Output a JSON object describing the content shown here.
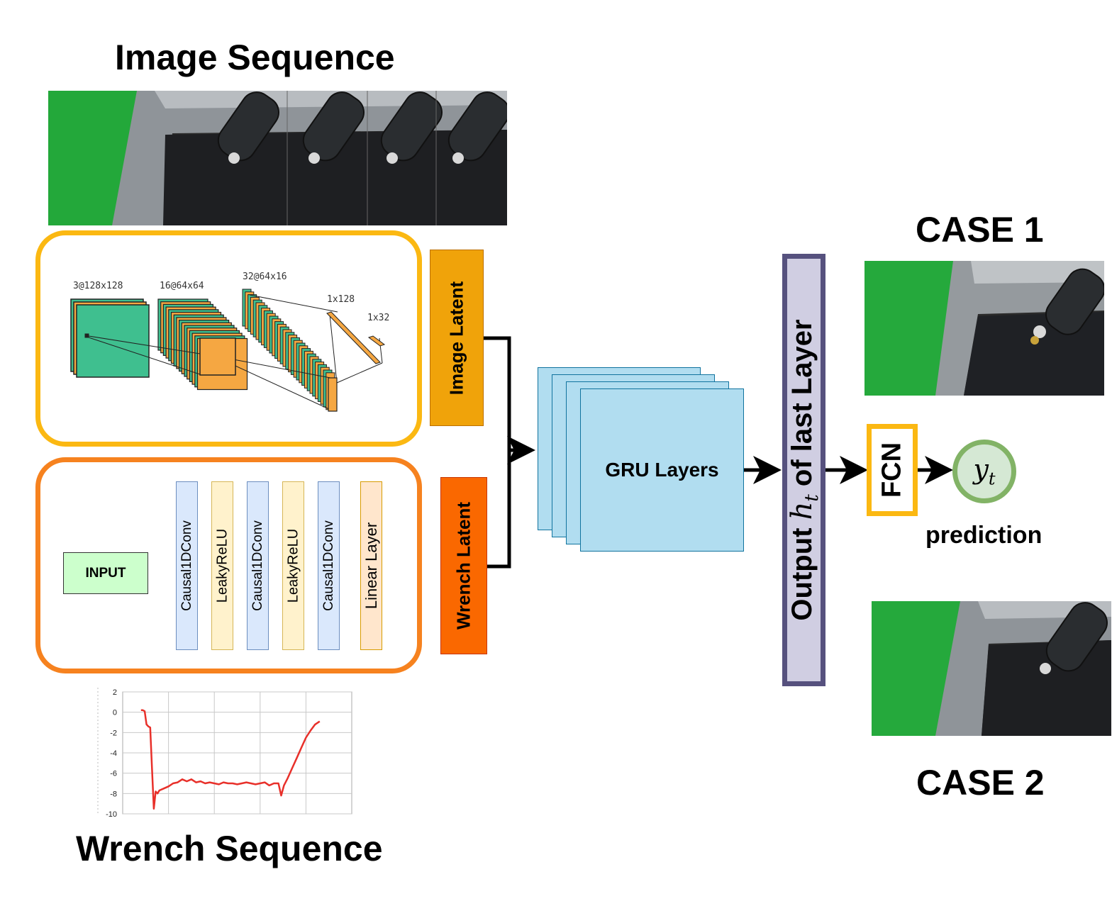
{
  "titles": {
    "image_sequence": "Image Sequence",
    "wrench_sequence": "Wrench Sequence",
    "case1": "CASE 1",
    "case2": "CASE 2"
  },
  "cnn": {
    "dims": [
      "3@128x128",
      "16@64x64",
      "32@64x16",
      "1x128",
      "1x32"
    ]
  },
  "wrench_encoder": {
    "input_label": "INPUT",
    "layers": [
      "Causal1DConv",
      "LeakyReLU",
      "Causal1DConv",
      "LeakyReLU",
      "Causal1DConv",
      "Linear Layer"
    ]
  },
  "latents": {
    "image": "Image Latent",
    "wrench": "Wrench Latent"
  },
  "gru": {
    "label": "GRU Layers"
  },
  "output": {
    "prefix": "Output ",
    "symbol": "h",
    "subscript": "t",
    "suffix": " of last Layer"
  },
  "fcn": {
    "label": "FCN"
  },
  "prediction": {
    "symbol": "y",
    "subscript": "t",
    "label": "prediction"
  },
  "colors": {
    "cnn_border": "#FBB812",
    "wrench_border": "#F6821F",
    "image_latent": "#F0A30A",
    "wrench_latent": "#FA6800",
    "gru_fill": "#B1DDF0",
    "output_fill": "#D0CEE2",
    "output_border": "#56517E",
    "pred_fill": "#D5E8D4",
    "pred_border": "#82B366",
    "conv_fill": "#DAE8FC",
    "relu_fill": "#FFF2CC",
    "linear_fill": "#FFE6CC",
    "input_fill": "#CCFFCC",
    "teal": "#3FBF8F",
    "orange_feature": "#F5A742",
    "wrench_line": "#E8302A"
  },
  "icons": [
    "arrow-right-icon"
  ],
  "chart_data": {
    "type": "line",
    "title": "",
    "xlabel": "",
    "ylabel": "",
    "ylim": [
      -10,
      2
    ],
    "yticks": [
      2,
      0,
      -2,
      -4,
      -6,
      -8,
      -10
    ],
    "grid": true,
    "series": [
      {
        "x": [
          0,
          0.2,
          0.4,
          0.6,
          0.8,
          1.0,
          1.2,
          1.4,
          1.6,
          1.8,
          2.0,
          2.5,
          3.0,
          3.5,
          4.0,
          4.5,
          5.0,
          5.5,
          6.0,
          6.5,
          7.0,
          7.5,
          8.0,
          8.5,
          9.0,
          9.5,
          10.0,
          10.5,
          11.0,
          11.5,
          12.0,
          12.5,
          13.0,
          13.5,
          14.0,
          14.5,
          15.0,
          15.3,
          15.6,
          16.0,
          16.5,
          17.0,
          17.5,
          18.0,
          18.5,
          19.0,
          19.5
        ],
        "y": [
          0.2,
          0.2,
          0.1,
          -1.2,
          -1.4,
          -1.5,
          -5.5,
          -9.5,
          -7.8,
          -8.0,
          -7.7,
          -7.5,
          -7.3,
          -7.0,
          -6.9,
          -6.6,
          -6.8,
          -6.6,
          -6.9,
          -6.8,
          -7.0,
          -6.9,
          -7.0,
          -7.1,
          -6.9,
          -7.0,
          -7.0,
          -7.1,
          -7.0,
          -6.9,
          -7.0,
          -7.1,
          -7.0,
          -6.9,
          -7.2,
          -7.0,
          -7.0,
          -8.2,
          -7.2,
          -6.5,
          -5.5,
          -4.5,
          -3.5,
          -2.5,
          -1.8,
          -1.2,
          -0.9
        ]
      }
    ]
  }
}
